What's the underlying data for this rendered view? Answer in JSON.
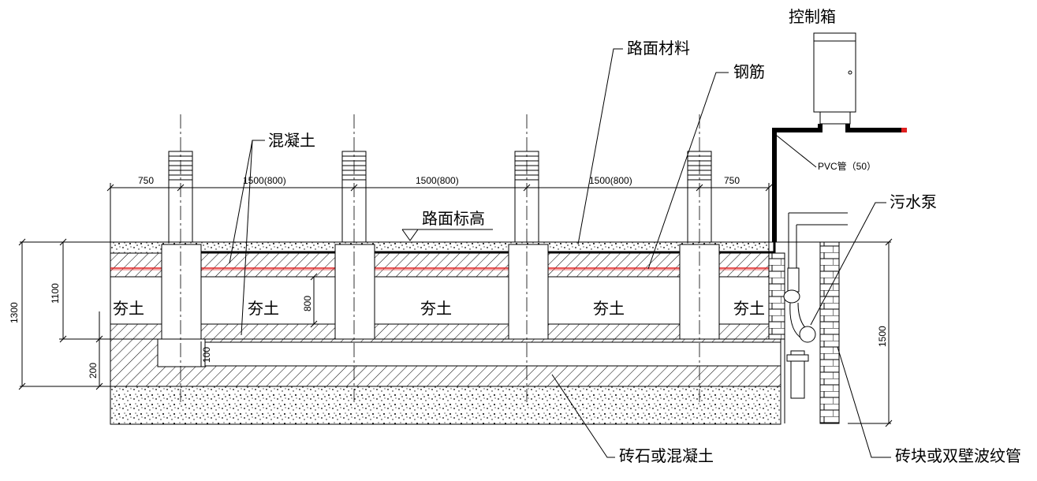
{
  "labels": {
    "control_box": "控制箱",
    "road_material": "路面材料",
    "rebar": "钢筋",
    "concrete": "混凝土",
    "pvc_pipe": "PVC管（50）",
    "sewage_pump": "污水泵",
    "road_elevation": "路面标高",
    "brick_or_concrete": "砖石或混凝土",
    "brick_or_corrugated": "砖块或双壁波纹管",
    "rammed_earth": [
      "夯土",
      "夯土",
      "夯土",
      "夯土",
      "夯土"
    ]
  },
  "dimensions": {
    "span_750_left": "750",
    "span_1": "1500(800)",
    "span_2": "1500(800)",
    "span_3": "1500(800)",
    "span_750_right": "750",
    "h_1300": "1300",
    "h_1100": "1100",
    "h_800": "800",
    "h_200": "200",
    "h_100": "100",
    "h_1500": "1500"
  }
}
